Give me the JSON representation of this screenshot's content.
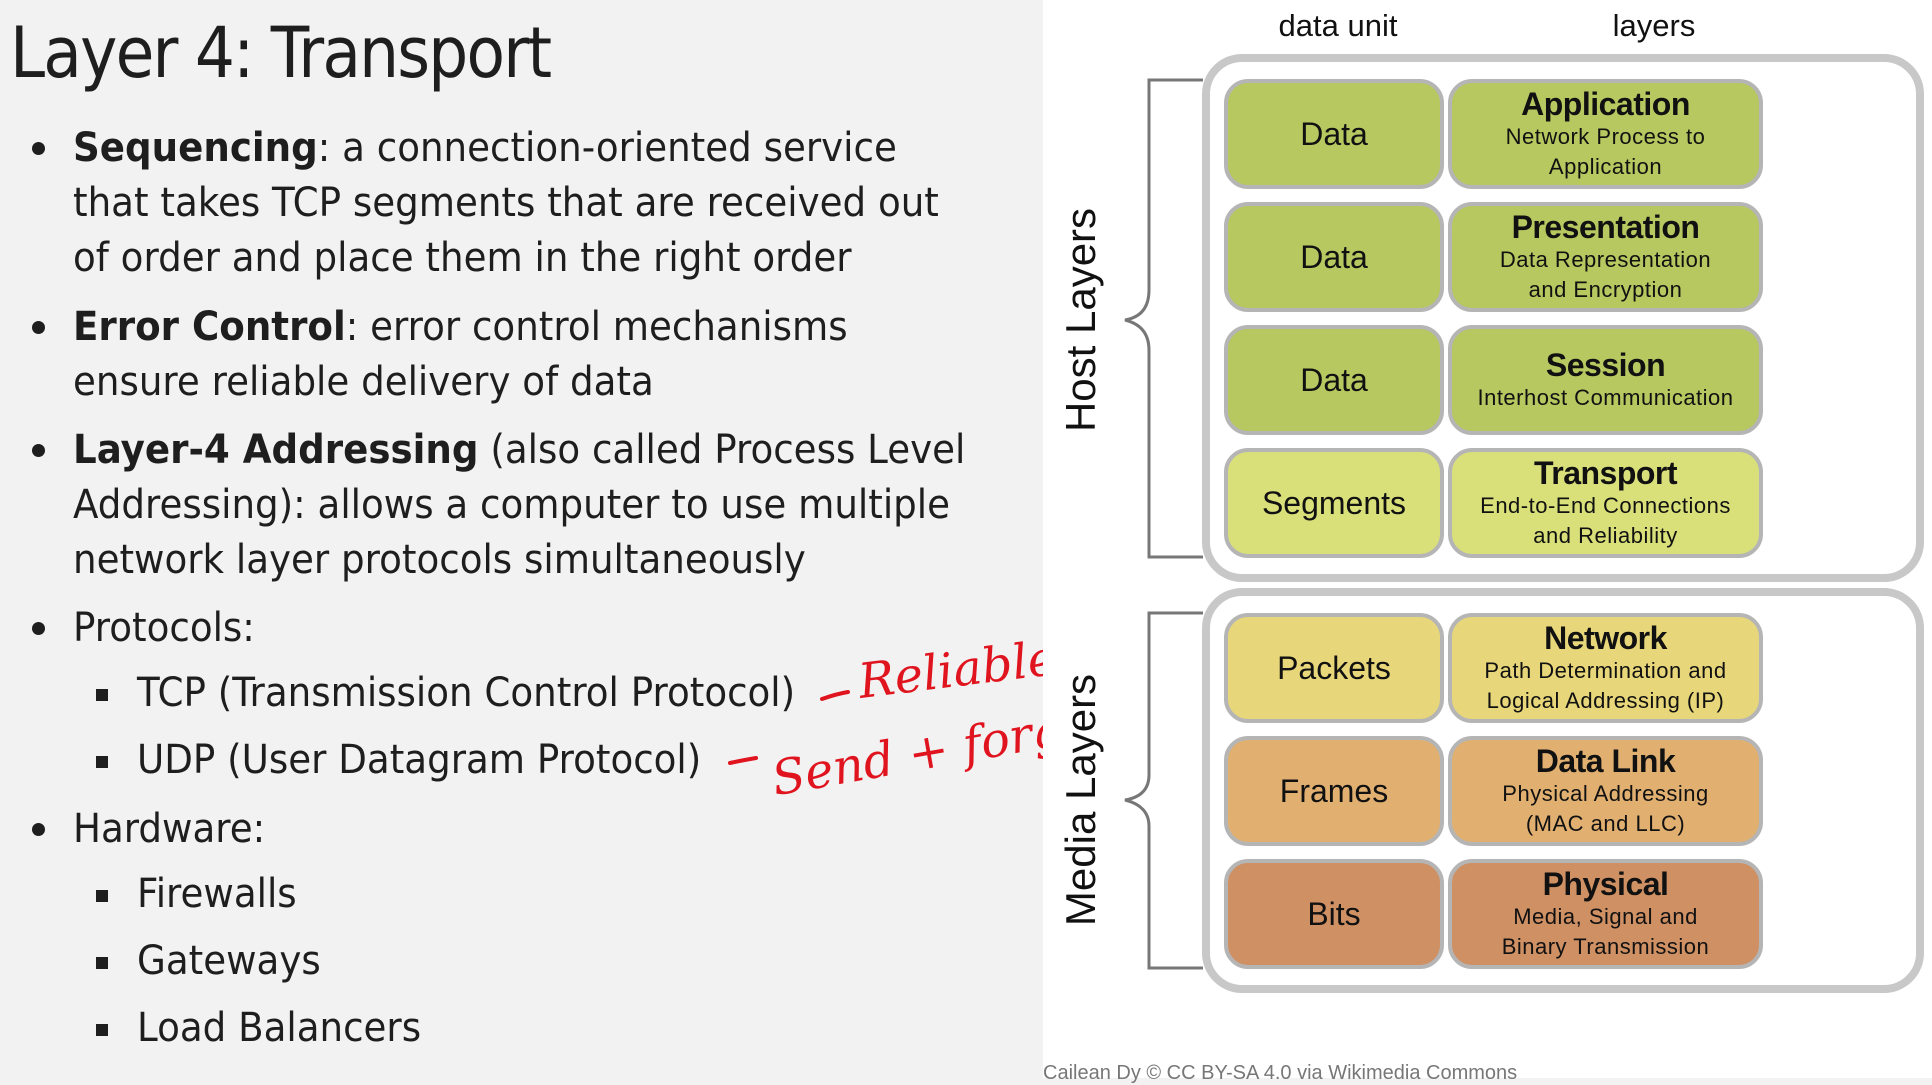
{
  "slide": {
    "title": "Layer 4: Transport",
    "bullets": {
      "sequencing": {
        "term": "Sequencing",
        "line1": ": a connection-oriented service",
        "line2": "that takes TCP segments that are received out",
        "line3": "of order and place them in the right order"
      },
      "error_control": {
        "term": "Error Control",
        "line1": ": error control mechanisms",
        "line2": "ensure reliable delivery of data"
      },
      "addressing": {
        "term": "Layer-4 Addressing",
        "line1": " (also called Process Level",
        "line2": "Addressing): allows a computer to use multiple",
        "line3": "network layer protocols simultaneously"
      },
      "protocols": {
        "label": "Protocols:",
        "items": [
          "TCP (Transmission Control Protocol)",
          "UDP (User Datagram Protocol)"
        ]
      },
      "hardware": {
        "label": "Hardware:",
        "items": [
          "Firewalls",
          "Gateways",
          "Load Balancers"
        ]
      }
    },
    "annotations": {
      "tcp_note": "Reliable",
      "udp_note": "Send + forget",
      "color": "#e0141e"
    }
  },
  "osi_diagram": {
    "column_headers": {
      "data_unit": "data unit",
      "layers": "layers"
    },
    "groups": {
      "host": "Host Layers",
      "media": "Media Layers"
    },
    "rows": [
      {
        "unit": "Data",
        "name": "Application",
        "desc": [
          "Network Process to Application"
        ],
        "color": "#b6c85f"
      },
      {
        "unit": "Data",
        "name": "Presentation",
        "desc": [
          "Data Representation",
          "and Encryption"
        ],
        "color": "#b6c85f"
      },
      {
        "unit": "Data",
        "name": "Session",
        "desc": [
          "Interhost Communication"
        ],
        "color": "#b6c85f"
      },
      {
        "unit": "Segments",
        "name": "Transport",
        "desc": [
          "End-to-End Connections",
          "and Reliability"
        ],
        "color": "#d9e07a"
      },
      {
        "unit": "Packets",
        "name": "Network",
        "desc": [
          "Path Determination and",
          "Logical Addressing (IP)"
        ],
        "color": "#e8d77a"
      },
      {
        "unit": "Frames",
        "name": "Data Link",
        "desc": [
          "Physical Addressing",
          "(MAC and LLC)"
        ],
        "color": "#e1b071"
      },
      {
        "unit": "Bits",
        "name": "Physical",
        "desc": [
          "Media, Signal and",
          "Binary Transmission"
        ],
        "color": "#cf9064"
      }
    ],
    "attribution": "Cailean Dy © CC BY-SA 4.0 via Wikimedia Commons"
  }
}
